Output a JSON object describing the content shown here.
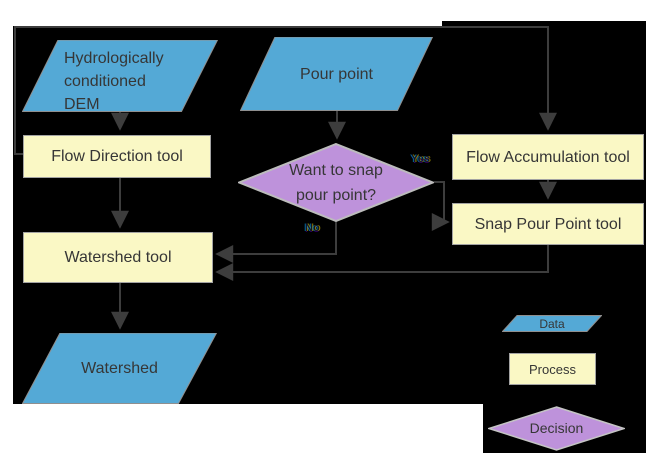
{
  "nodes": {
    "dem": {
      "label": "Hydrologically\nconditioned\nDEM",
      "type": "data"
    },
    "pour_point": {
      "label": "Pour point",
      "type": "data"
    },
    "flow_direction": {
      "label": "Flow Direction tool",
      "type": "process"
    },
    "flow_accumulation": {
      "label": "Flow Accumulation tool",
      "type": "process"
    },
    "snap_pour_point": {
      "label": "Snap Pour Point tool",
      "type": "process"
    },
    "decision": {
      "label": "Want to snap\npour point?",
      "type": "decision"
    },
    "watershed_tool": {
      "label": "Watershed tool",
      "type": "process"
    },
    "watershed": {
      "label": "Watershed",
      "type": "data"
    }
  },
  "edge_labels": {
    "yes": "Yes",
    "no": "No"
  },
  "legend": {
    "data": "Data",
    "process": "Process",
    "decision": "Decision"
  },
  "colors": {
    "data_fill": "#54a9d6",
    "process_fill": "#faf8c5",
    "decision_fill": "#be92db",
    "line": "#3d3d3d",
    "background": "#000000"
  }
}
